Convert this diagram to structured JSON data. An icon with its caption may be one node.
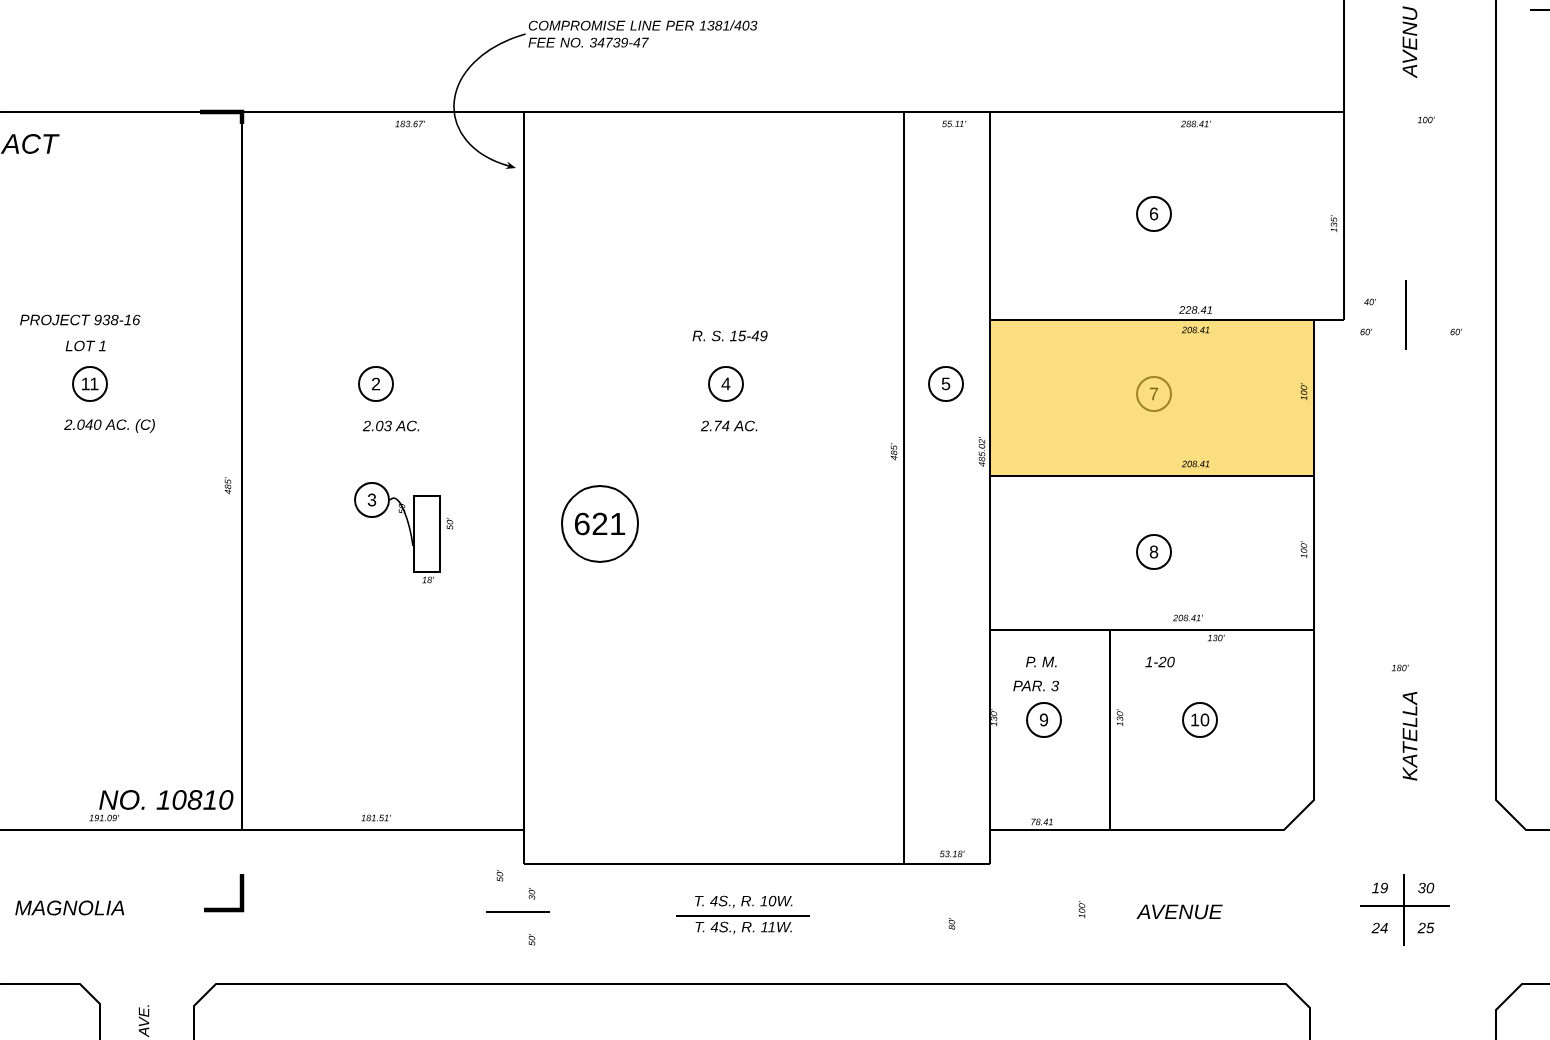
{
  "diagram": {
    "nodes": [
      {
        "text": [
          "COMPROMISE LINE PER 1381/403 FEE NO. 34739-47"
        ]
      },
      {
        "text": [
          "11"
        ],
        "beside": [
          "PROJECT 938-16",
          "LOT 1",
          "2.040 AC. (C)"
        ]
      },
      {
        "text": [
          "2"
        ],
        "beside": [
          "2.03 AC."
        ]
      },
      {
        "text": [
          "3"
        ]
      },
      {
        "text": [],
        "shape": "box",
        "beside": [
          "50'",
          "18'"
        ]
      },
      {
        "text": [
          "4"
        ],
        "beside": [
          "R. S. 15-49",
          "2.74 AC."
        ]
      },
      {
        "text": [
          "621"
        ]
      },
      {
        "text": [
          "5"
        ]
      },
      {
        "text": [
          "6"
        ]
      },
      {
        "text": [
          "7"
        ]
      },
      {
        "text": [
          "8"
        ]
      },
      {
        "text": [
          "9"
        ],
        "beside": [
          "P. M.",
          "PAR. 3"
        ]
      },
      {
        "text": [
          "10"
        ],
        "beside": [
          "1-20"
        ]
      }
    ],
    "edges": [
      {
        "from": 0,
        "to": null,
        "arrow": "to"
      },
      {
        "from": 3,
        "to": 4,
        "arrow": "none"
      }
    ],
    "labels": [
      "ACT",
      "AVENU",
      "183.67'",
      "55.11'",
      "288.41'",
      "100'",
      "135'",
      "228.41",
      "208.41",
      "40'",
      "60'",
      "60'",
      "100'",
      "485'",
      "485.02'",
      "208.41",
      "485'",
      "50'",
      "100'",
      "208.41'",
      "130'",
      "130'",
      "130'",
      "180'",
      "KATELLA",
      "NO. 10810",
      "191.09'",
      "181.51'",
      "78.41",
      "53.18'",
      "50'",
      "30'",
      "MAGNOLIA",
      "T. 4S., R. 10W.",
      "T. 4S., R. 11W.",
      "80'",
      "100'",
      "AVENUE",
      "19",
      "30",
      "24",
      "25",
      "50'",
      "AVE."
    ]
  }
}
